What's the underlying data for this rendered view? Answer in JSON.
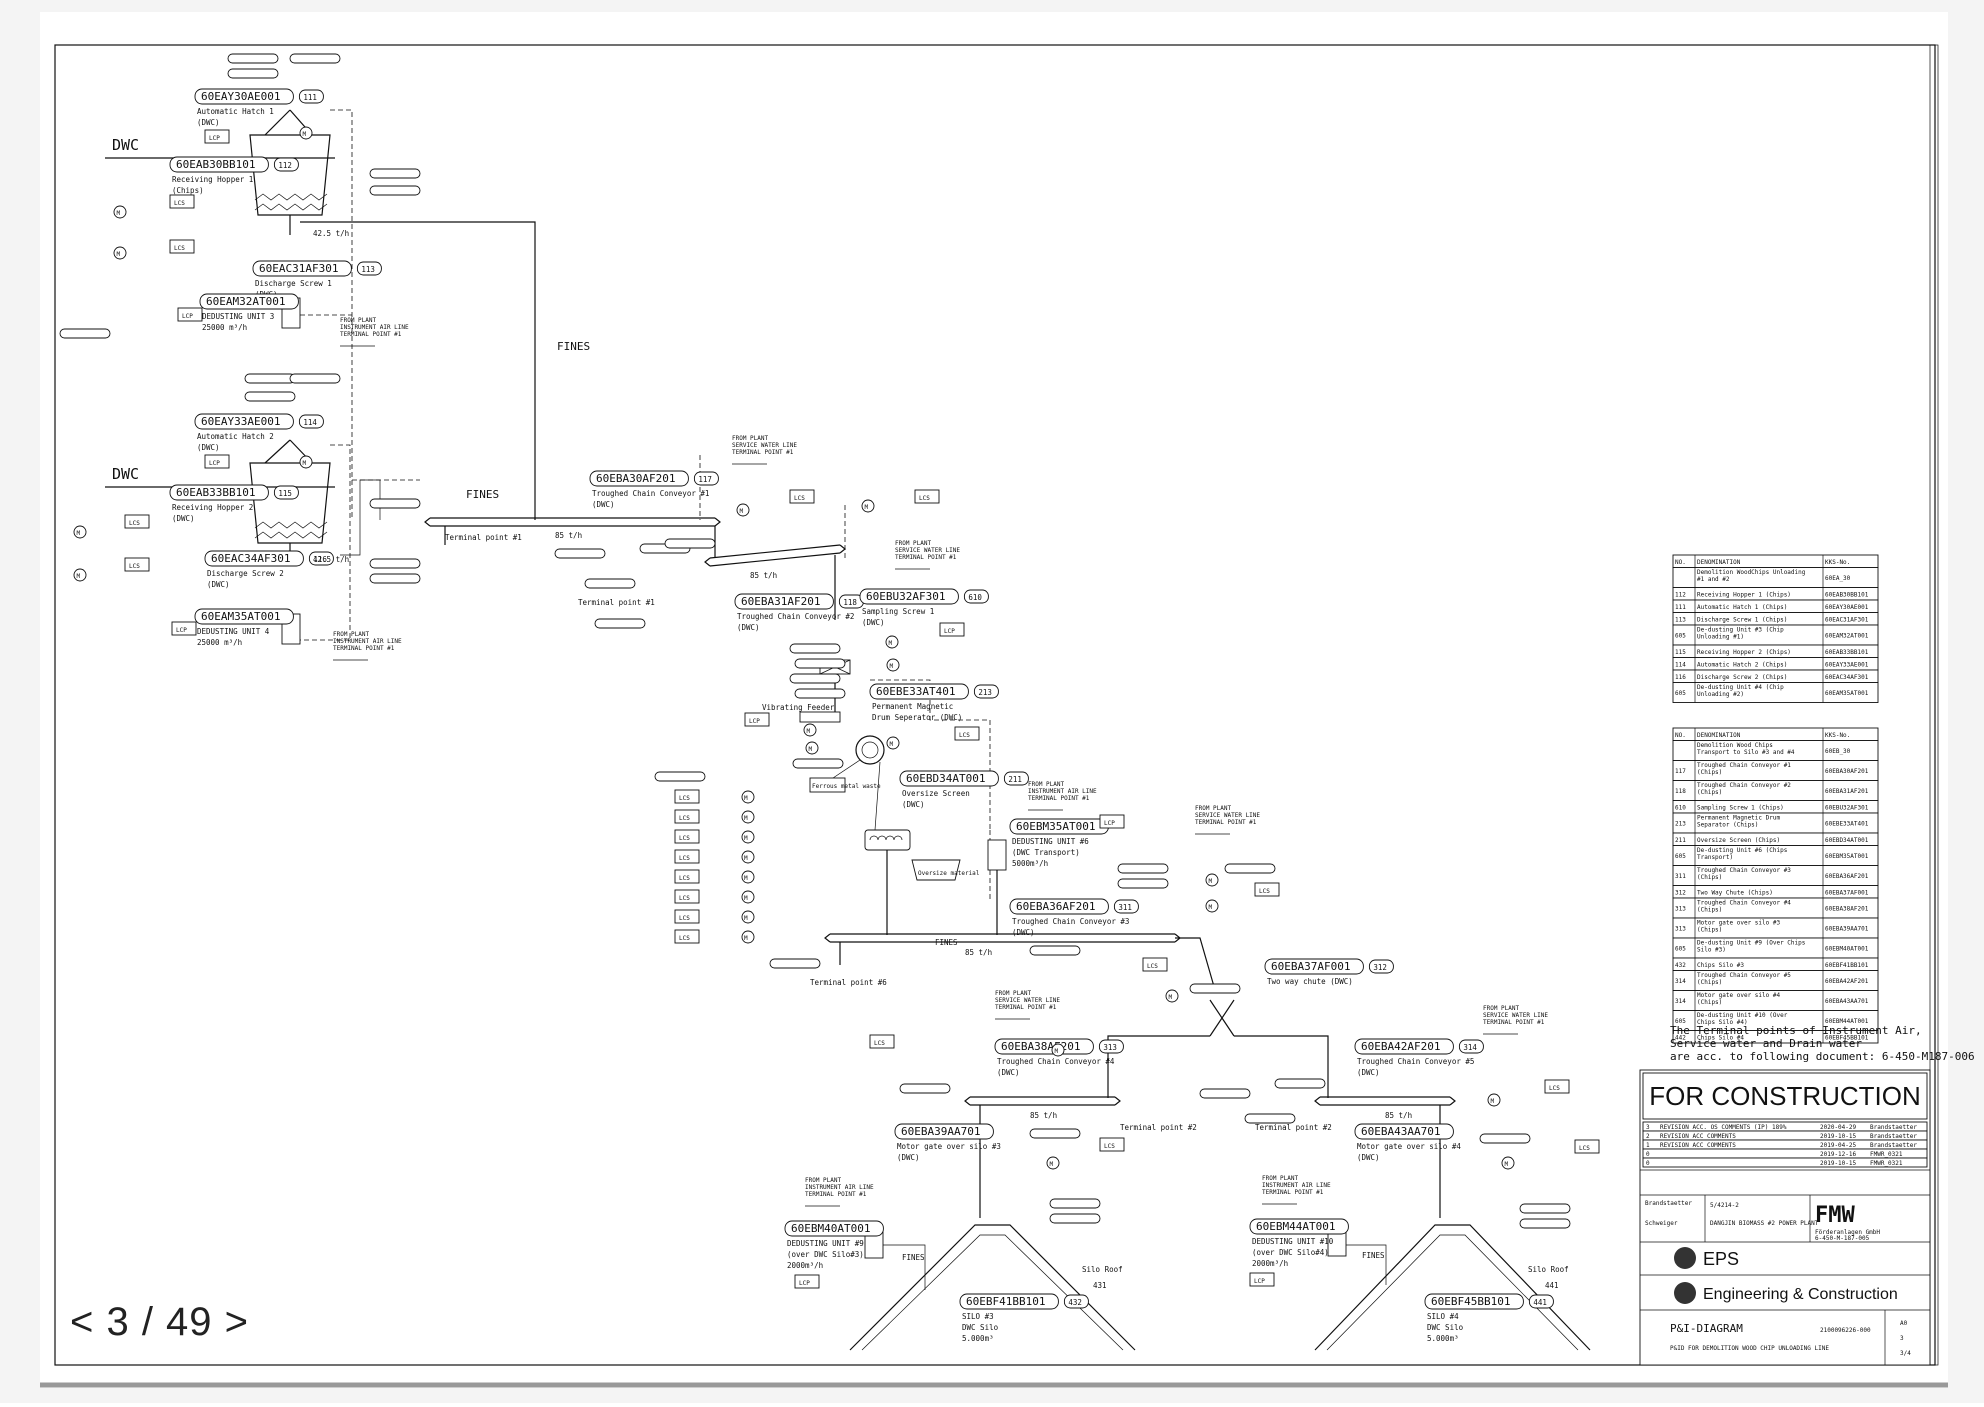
{
  "page_counter": "< 3 / 49 >",
  "zones": [
    "DWC",
    "DWC"
  ],
  "equipment": [
    {
      "tag": "60EAY30AE001",
      "lines": [
        "Automatic Hatch 1",
        "(DWC)"
      ],
      "num": "111"
    },
    {
      "tag": "60EAB30BB101",
      "lines": [
        "Receiving Hopper 1",
        "(Chips)"
      ],
      "num": "112"
    },
    {
      "tag": "60EAC31AF301",
      "lines": [
        "Discharge Screw 1",
        "(DWC)"
      ],
      "num": "113"
    },
    {
      "tag": "60EAM32AT001",
      "lines": [
        "DEDUSTING UNIT 3",
        "25000 m³/h"
      ],
      "num": ""
    },
    {
      "tag": "60EAY33AE001",
      "lines": [
        "Automatic Hatch 2",
        "(DWC)"
      ],
      "num": "114"
    },
    {
      "tag": "60EAB33BB101",
      "lines": [
        "Receiving Hopper 2",
        "(DWC)"
      ],
      "num": "115"
    },
    {
      "tag": "60EAC34AF301",
      "lines": [
        "Discharge Screw 2",
        "(DWC)"
      ],
      "num": "116"
    },
    {
      "tag": "60EAM35AT001",
      "lines": [
        "DEDUSTING UNIT 4",
        "25000 m³/h"
      ],
      "num": ""
    },
    {
      "tag": "60EBA30AF201",
      "lines": [
        "Troughed Chain Conveyor #1",
        "(DWC)"
      ],
      "num": "117"
    },
    {
      "tag": "60EBA31AF201",
      "lines": [
        "Troughed Chain Conveyor #2",
        "(DWC)"
      ],
      "num": "118"
    },
    {
      "tag": "60EBU32AF301",
      "lines": [
        "Sampling Screw 1",
        "(DWC)"
      ],
      "num": "610"
    },
    {
      "tag": "60EBE33AT401",
      "lines": [
        "Permanent Magnetic",
        "Drum Seperator (DWC)"
      ],
      "num": "213"
    },
    {
      "tag": "60EBD34AT001",
      "lines": [
        "Oversize Screen",
        "(DWC)"
      ],
      "num": "211"
    },
    {
      "tag": "60EBM35AT001",
      "lines": [
        "DEDUSTING UNIT #6",
        "(DWC Transport)",
        "5000m³/h"
      ],
      "num": ""
    },
    {
      "tag": "60EBA36AF201",
      "lines": [
        "Troughed Chain Conveyor #3",
        "(DWC)"
      ],
      "num": "311"
    },
    {
      "tag": "60EBA37AF001",
      "lines": [
        "Two way chute (DWC)"
      ],
      "num": "312"
    },
    {
      "tag": "60EBA38AF201",
      "lines": [
        "Troughed Chain Conveyor #4",
        "(DWC)"
      ],
      "num": "313"
    },
    {
      "tag": "60EBA42AF201",
      "lines": [
        "Troughed Chain Conveyor #5",
        "(DWC)"
      ],
      "num": "314"
    },
    {
      "tag": "60EBA39AA701",
      "lines": [
        "Motor gate over silo #3",
        "(DWC)"
      ],
      "num": ""
    },
    {
      "tag": "60EBA43AA701",
      "lines": [
        "Motor gate over silo #4",
        "(DWC)"
      ],
      "num": ""
    },
    {
      "tag": "60EBM40AT001",
      "lines": [
        "DEDUSTING UNIT #9",
        "(over DWC Silo#3)",
        "2000m³/h"
      ],
      "num": ""
    },
    {
      "tag": "60EBM44AT001",
      "lines": [
        "DEDUSTING UNIT #10",
        "(over DWC Silo#4)",
        "2000m³/h"
      ],
      "num": ""
    },
    {
      "tag": "60EBF41BB101",
      "lines": [
        "SILO #3",
        "DWC Silo",
        "5.000m³"
      ],
      "num": "432"
    },
    {
      "tag": "60EBF45BB101",
      "lines": [
        "SILO #4",
        "DWC Silo",
        "5.000m³"
      ],
      "num": "441"
    }
  ],
  "labels": {
    "fines": "FINES",
    "terminal_point_1": "Terminal point #1",
    "terminal_point_2": "Terminal point #2",
    "terminal_point_6": "Terminal point #6",
    "flow_42": "42.5 t/h",
    "flow_85": "85 t/h",
    "vibrating_feeder": "Vibrating Feeder",
    "silo_roof": "Silo Roof",
    "silo_roof_num_3": "431",
    "silo_roof_num_4": "441",
    "lcp": "LCP",
    "lcs": "LCS",
    "from_plant_air": [
      "FROM PLANT",
      "INSTRUMENT AIR LINE",
      "TERMINAL POINT #1"
    ],
    "from_plant_water": [
      "FROM PLANT",
      "SERVICE WATER LINE",
      "TERMINAL POINT #1"
    ],
    "oversize_material": "Oversize material",
    "ferrous": "Ferrous metal waste"
  },
  "table1": {
    "headers": [
      "NO.",
      "DENOMINATION",
      "KKS-No."
    ],
    "rows": [
      [
        "",
        "Demolition WoodChips Unloading #1 and #2",
        "60EA_30"
      ],
      [
        "112",
        "Receiving Hopper 1 (Chips)",
        "60EAB30BB101"
      ],
      [
        "111",
        "Automatic Hatch 1 (Chips)",
        "60EAY30AE001"
      ],
      [
        "113",
        "Discharge Screw 1 (Chips)",
        "60EAC31AF301"
      ],
      [
        "605",
        "De-dusting Unit #3 (Chip Unloading #1)",
        "60EAM32AT001"
      ],
      [
        "115",
        "Receiving Hopper 2 (Chips)",
        "60EAB33BB101"
      ],
      [
        "114",
        "Automatic Hatch 2 (Chips)",
        "60EAY33AE001"
      ],
      [
        "116",
        "Discharge Screw 2 (Chips)",
        "60EAC34AF301"
      ],
      [
        "605",
        "De-dusting Unit #4 (Chip Unloading #2)",
        "60EAM35AT001"
      ]
    ]
  },
  "table2": {
    "headers": [
      "NO.",
      "DENOMINATION",
      "KKS-No."
    ],
    "rows": [
      [
        "",
        "Demolition Wood Chips Transport to Silo #3 and #4",
        "60EB_30"
      ],
      [
        "117",
        "Troughed Chain Conveyor #1 (Chips)",
        "60EBA30AF201"
      ],
      [
        "118",
        "Troughed Chain Conveyor #2 (Chips)",
        "60EBA31AF201"
      ],
      [
        "610",
        "Sampling Screw 1 (Chips)",
        "60EBU32AF301"
      ],
      [
        "213",
        "Permanent Magnetic Drum Separator (Chips)",
        "60EBE33AT401"
      ],
      [
        "211",
        "Oversize Screen (Chips)",
        "60EBD34AT001"
      ],
      [
        "605",
        "De-dusting Unit #6 (Chips Transport)",
        "60EBM35AT001"
      ],
      [
        "311",
        "Troughed Chain Conveyor #3 (Chips)",
        "60EBA36AF201"
      ],
      [
        "312",
        "Two Way Chute (Chips)",
        "60EBA37AF001"
      ],
      [
        "313",
        "Troughed Chain Conveyor #4 (Chips)",
        "60EBA38AF201"
      ],
      [
        "313",
        "Motor gate over silo #3 (Chips)",
        "60EBA39AA701"
      ],
      [
        "605",
        "De-dusting Unit #9 (Over Chips Silo #3)",
        "60EBM40AT001"
      ],
      [
        "432",
        "Chips Silo #3",
        "60EBF41BB101"
      ],
      [
        "314",
        "Troughed Chain Conveyor #5 (Chips)",
        "60EBA42AF201"
      ],
      [
        "314",
        "Motor gate over silo #4 (Chips)",
        "60EBA43AA701"
      ],
      [
        "605",
        "De-dusting Unit #10 (Over Chips Silo #4)",
        "60EBM44AT001"
      ],
      [
        "442",
        "Chips Silo #4",
        "60EBF45BB101"
      ]
    ]
  },
  "terminal_note": [
    "The Terminal points of Instrument Air,",
    "Service water and Drain water",
    "are acc. to following document: 6-450-M187-006"
  ],
  "title_block": {
    "stamp": "FOR CONSTRUCTION",
    "revisions": [
      [
        "3",
        "REVISION ACC. OS COMMENTS (IP) 189%",
        "2020-04-29",
        "Brandstaetter"
      ],
      [
        "2",
        "REVISION ACC COMMENTS",
        "2019-10-15",
        "Brandstaetter"
      ],
      [
        "1",
        "REVISION ACC COMMENTS",
        "2019-04-25",
        "Brandstaetter"
      ],
      [
        "0",
        "",
        "2019-12-16",
        "FMWR_0321"
      ],
      [
        "0",
        "",
        "2019-10-15",
        "FMWR_0321"
      ]
    ],
    "released": "Brandstaetter",
    "project_no": "5/4214-2",
    "project_name": "DANGJIN BIOMASS #2 POWER PLANT",
    "designer": "Schweiger",
    "fmw_name": "FMW",
    "fmw_sub": "Förderanlagen GmbH",
    "drawing_no": "6-450-M-187-005",
    "owner_logo": "EPS",
    "contractor_logo": "Engineering & Construction",
    "title": "P&I-DIAGRAM",
    "subtitle": "P&ID FOR DEMOLITION WOOD CHIP UNLOADING LINE",
    "document_no": "2100096226-000",
    "size": "A0",
    "revision": "3",
    "sheet": "3/4"
  }
}
